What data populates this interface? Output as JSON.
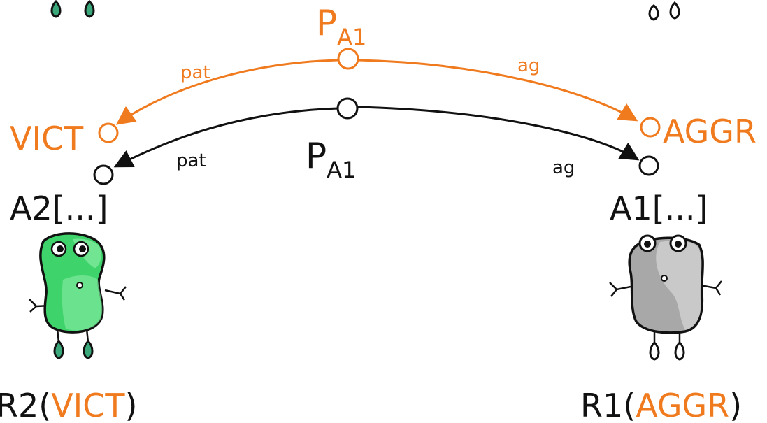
{
  "colors": {
    "orange": "#f07a1e",
    "black": "#111111",
    "green_body": "#3fd46b",
    "green_light": "#7ee89c",
    "green_feet": "#3aa87a",
    "grey_body": "#a8a8a8",
    "grey_light": "#cfcfcf"
  },
  "orange_layer": {
    "center_label_main": "P",
    "center_label_sub": "A1",
    "left_edge_label": "pat",
    "right_edge_label": "ag",
    "left_node_label": "VICT",
    "right_node_label": "AGGR"
  },
  "black_layer": {
    "center_label_main": "P",
    "center_label_sub": "A1",
    "left_edge_label": "pat",
    "right_edge_label": "ag",
    "left_node_label": "A2[...]",
    "right_node_label": "A1[...]"
  },
  "referents": {
    "left": {
      "prefix": "R2(",
      "role": "VICT",
      "suffix": ")",
      "icon": "green-blob-creature-icon"
    },
    "right": {
      "prefix": "R1(",
      "role": "AGGR",
      "suffix": ")",
      "icon": "grey-blob-creature-icon"
    }
  }
}
